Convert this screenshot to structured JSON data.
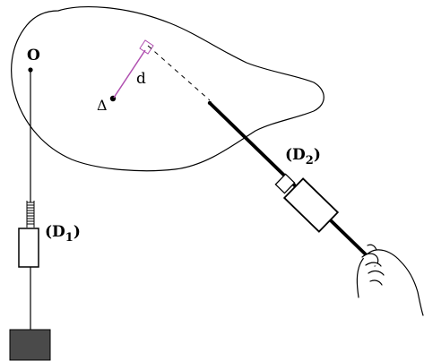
{
  "labels": {
    "pivot": "O",
    "distance": "d",
    "axis_symbol": "Δ",
    "dynamometer_1": {
      "main": "(D",
      "sub": "1",
      "close": ")"
    },
    "dynamometer_2": {
      "main": "(D",
      "sub": "2",
      "close": ")"
    }
  },
  "colors": {
    "outline": "#000000",
    "distance_marker": "#b04fb0",
    "weight": "#4a4a4a",
    "background": "#ffffff"
  }
}
